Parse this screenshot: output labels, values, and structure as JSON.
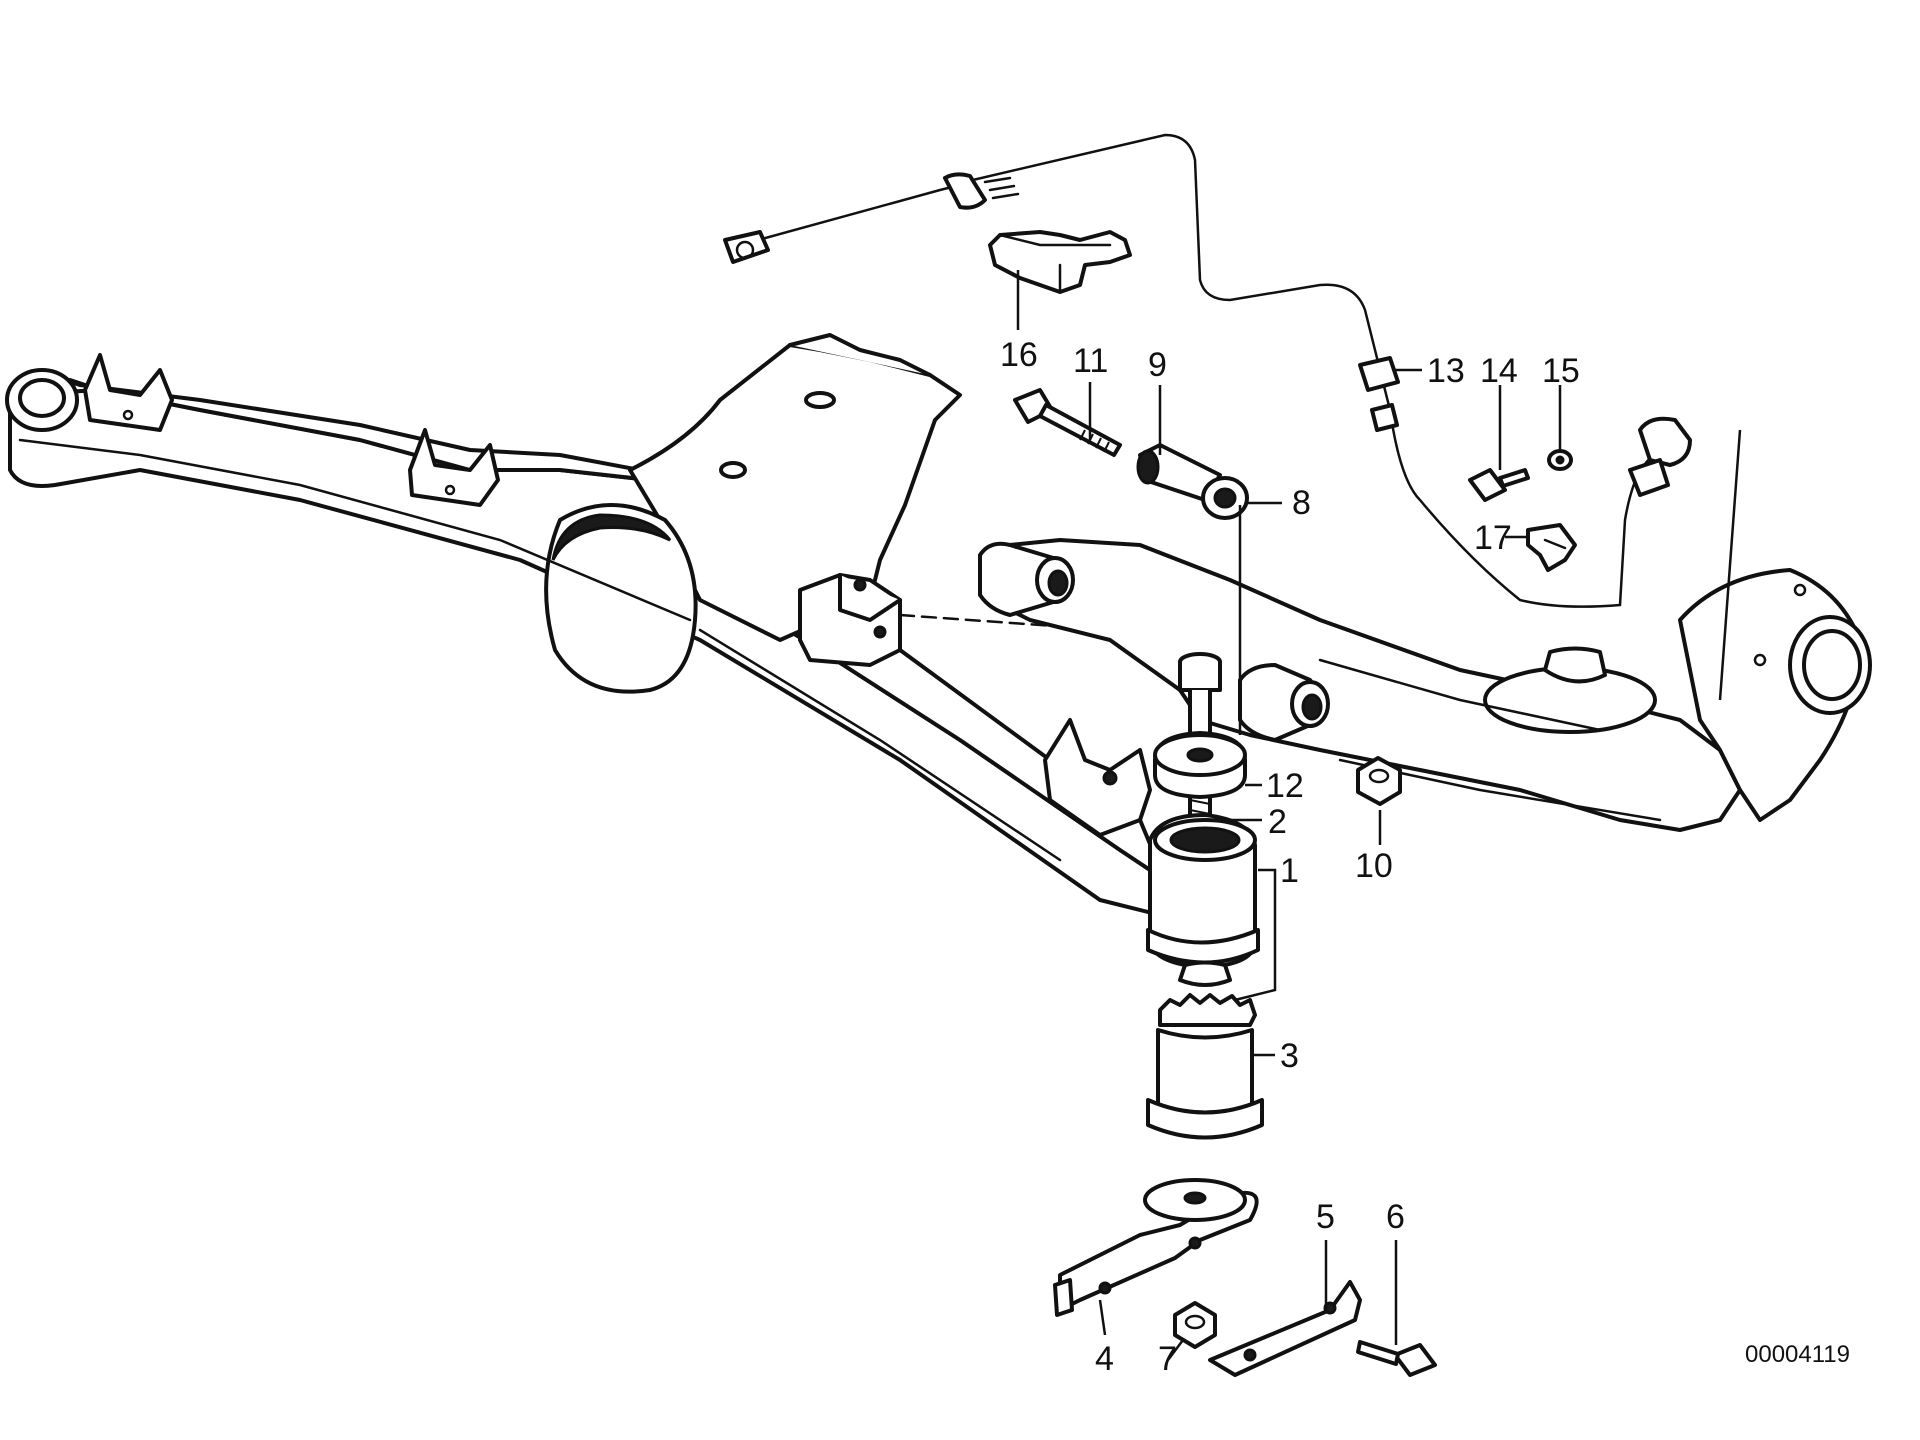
{
  "diagram": {
    "type": "exploded-parts-diagram",
    "reference_number": "00004119",
    "callouts": [
      {
        "id": "c1",
        "label": "1"
      },
      {
        "id": "c2",
        "label": "2"
      },
      {
        "id": "c3",
        "label": "3"
      },
      {
        "id": "c4",
        "label": "4"
      },
      {
        "id": "c5",
        "label": "5"
      },
      {
        "id": "c6",
        "label": "6"
      },
      {
        "id": "c7",
        "label": "7"
      },
      {
        "id": "c8",
        "label": "8"
      },
      {
        "id": "c9",
        "label": "9"
      },
      {
        "id": "c10",
        "label": "10"
      },
      {
        "id": "c11",
        "label": "11"
      },
      {
        "id": "c12",
        "label": "12"
      },
      {
        "id": "c13",
        "label": "13"
      },
      {
        "id": "c14",
        "label": "14"
      },
      {
        "id": "c15",
        "label": "15"
      },
      {
        "id": "c16",
        "label": "16"
      },
      {
        "id": "c17",
        "label": "17"
      }
    ]
  }
}
